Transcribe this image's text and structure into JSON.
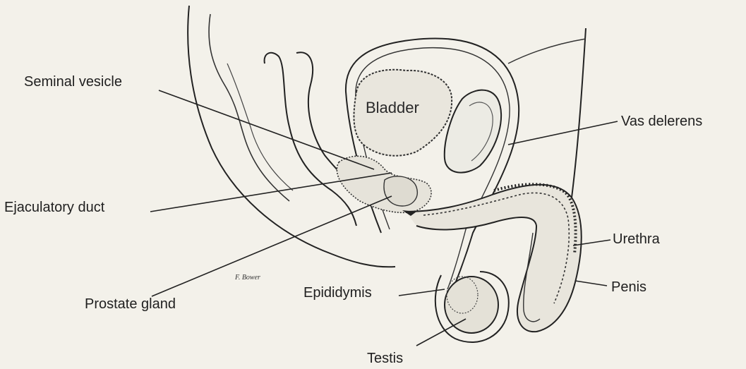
{
  "diagram": {
    "organ_label": "Bladder",
    "labels": {
      "seminal_vesicle": "Seminal vesicle",
      "vas_deferens": "Vas delerens",
      "ejaculatory_duct": "Ejaculatory duct",
      "urethra": "Urethra",
      "penis": "Penis",
      "prostate_gland": "Prostate gland",
      "epididymis": "Epididymis",
      "testis": "Testis"
    },
    "signature": "F. Bower"
  }
}
